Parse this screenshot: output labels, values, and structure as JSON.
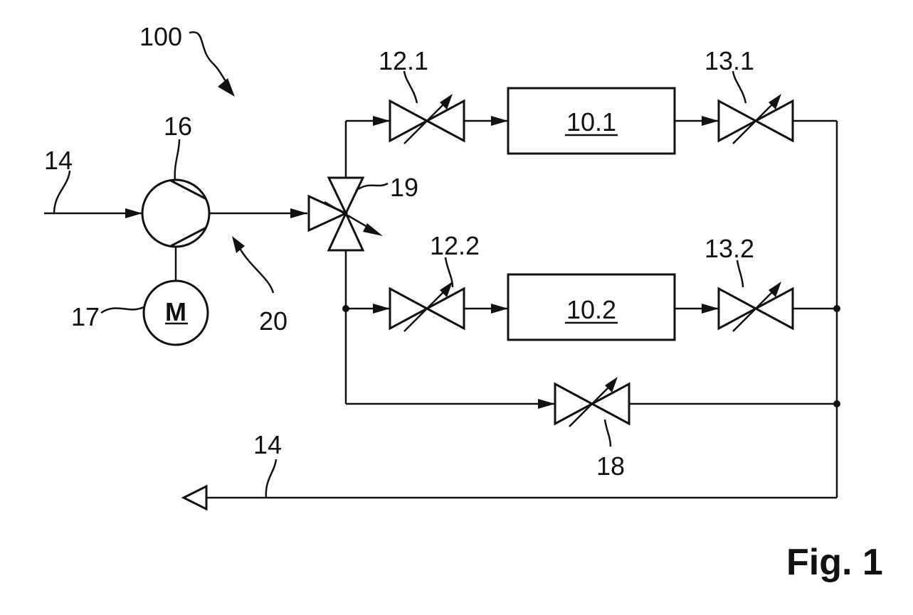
{
  "diagram": {
    "figure_label": "Fig. 1",
    "system_ref": "100",
    "supply_line_in_ref": "14",
    "return_line_ref": "14",
    "compressor_ref": "16",
    "motor_ref": "17",
    "motor_symbol": "M",
    "outlet_ref": "20",
    "three_way_valve_ref": "19",
    "components": [
      {
        "ref": "10.1",
        "inlet_valve_ref": "12.1",
        "outlet_valve_ref": "13.1"
      },
      {
        "ref": "10.2",
        "inlet_valve_ref": "12.2",
        "outlet_valve_ref": "13.2"
      }
    ],
    "bypass_valve_ref": "18"
  }
}
